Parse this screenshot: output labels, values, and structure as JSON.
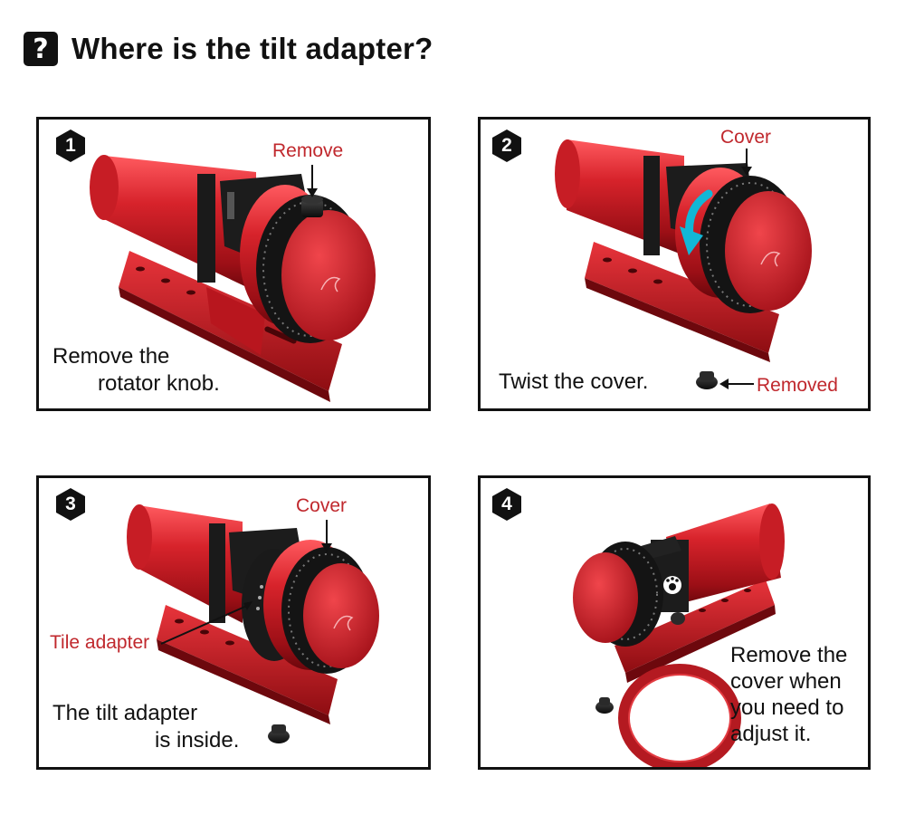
{
  "header": {
    "icon": "question-icon",
    "icon_glyph": "?",
    "title": "Where is the tilt adapter?"
  },
  "colors": {
    "accent_red": "#c0282d",
    "body_red": "#d3272f",
    "dark_red": "#7d0f14",
    "black": "#111111",
    "arrow_cyan": "#12b7d6"
  },
  "panels": [
    {
      "number": "1",
      "label": "Remove",
      "caption_line1": "Remove the",
      "caption_line2": "rotator knob."
    },
    {
      "number": "2",
      "label": "Cover",
      "caption": "Twist the cover.",
      "label2": "Removed"
    },
    {
      "number": "3",
      "label": "Cover",
      "label2": "Tile adapter",
      "caption_line1": "The tilt adapter",
      "caption_line2": "is inside."
    },
    {
      "number": "4",
      "caption_line1": "Remove the",
      "caption_line2": "cover when",
      "caption_line3": "you need to",
      "caption_line4": "adjust it."
    }
  ]
}
